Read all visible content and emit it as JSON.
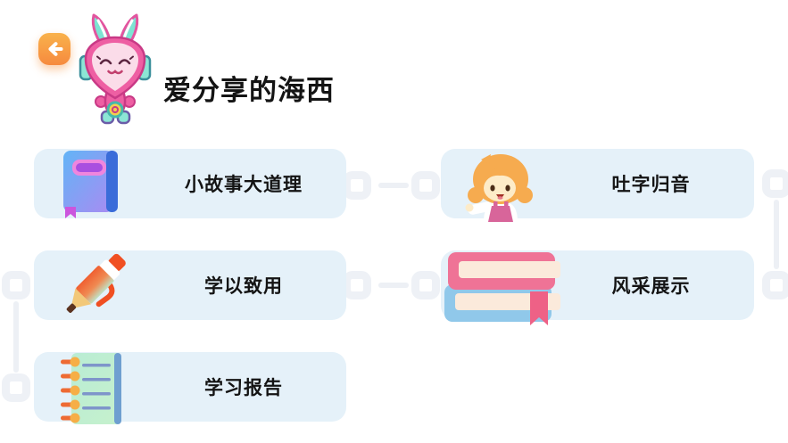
{
  "header": {
    "back_button": {
      "icon": "back-arrow-icon"
    },
    "mascot": {
      "icon": "haixi-mascot"
    },
    "title": "爱分享的海西"
  },
  "cards": [
    {
      "label": "小故事大道理",
      "icon": "storybook-icon",
      "position": "row1-left"
    },
    {
      "label": "吐字归音",
      "icon": "girl-speaking-icon",
      "position": "row1-right"
    },
    {
      "label": "学以致用",
      "icon": "pen-icon",
      "position": "row2-left"
    },
    {
      "label": "风采展示",
      "icon": "books-stack-icon",
      "position": "row2-right"
    },
    {
      "label": "学习报告",
      "icon": "report-notebook-icon",
      "position": "row3-left"
    }
  ],
  "colors": {
    "background": "#ffffff",
    "card_background": "#e5f1f9",
    "text": "#141414",
    "back_button_top": "#f9b24c",
    "back_button_bottom": "#f68a3e",
    "connector": "#eef1f6"
  }
}
